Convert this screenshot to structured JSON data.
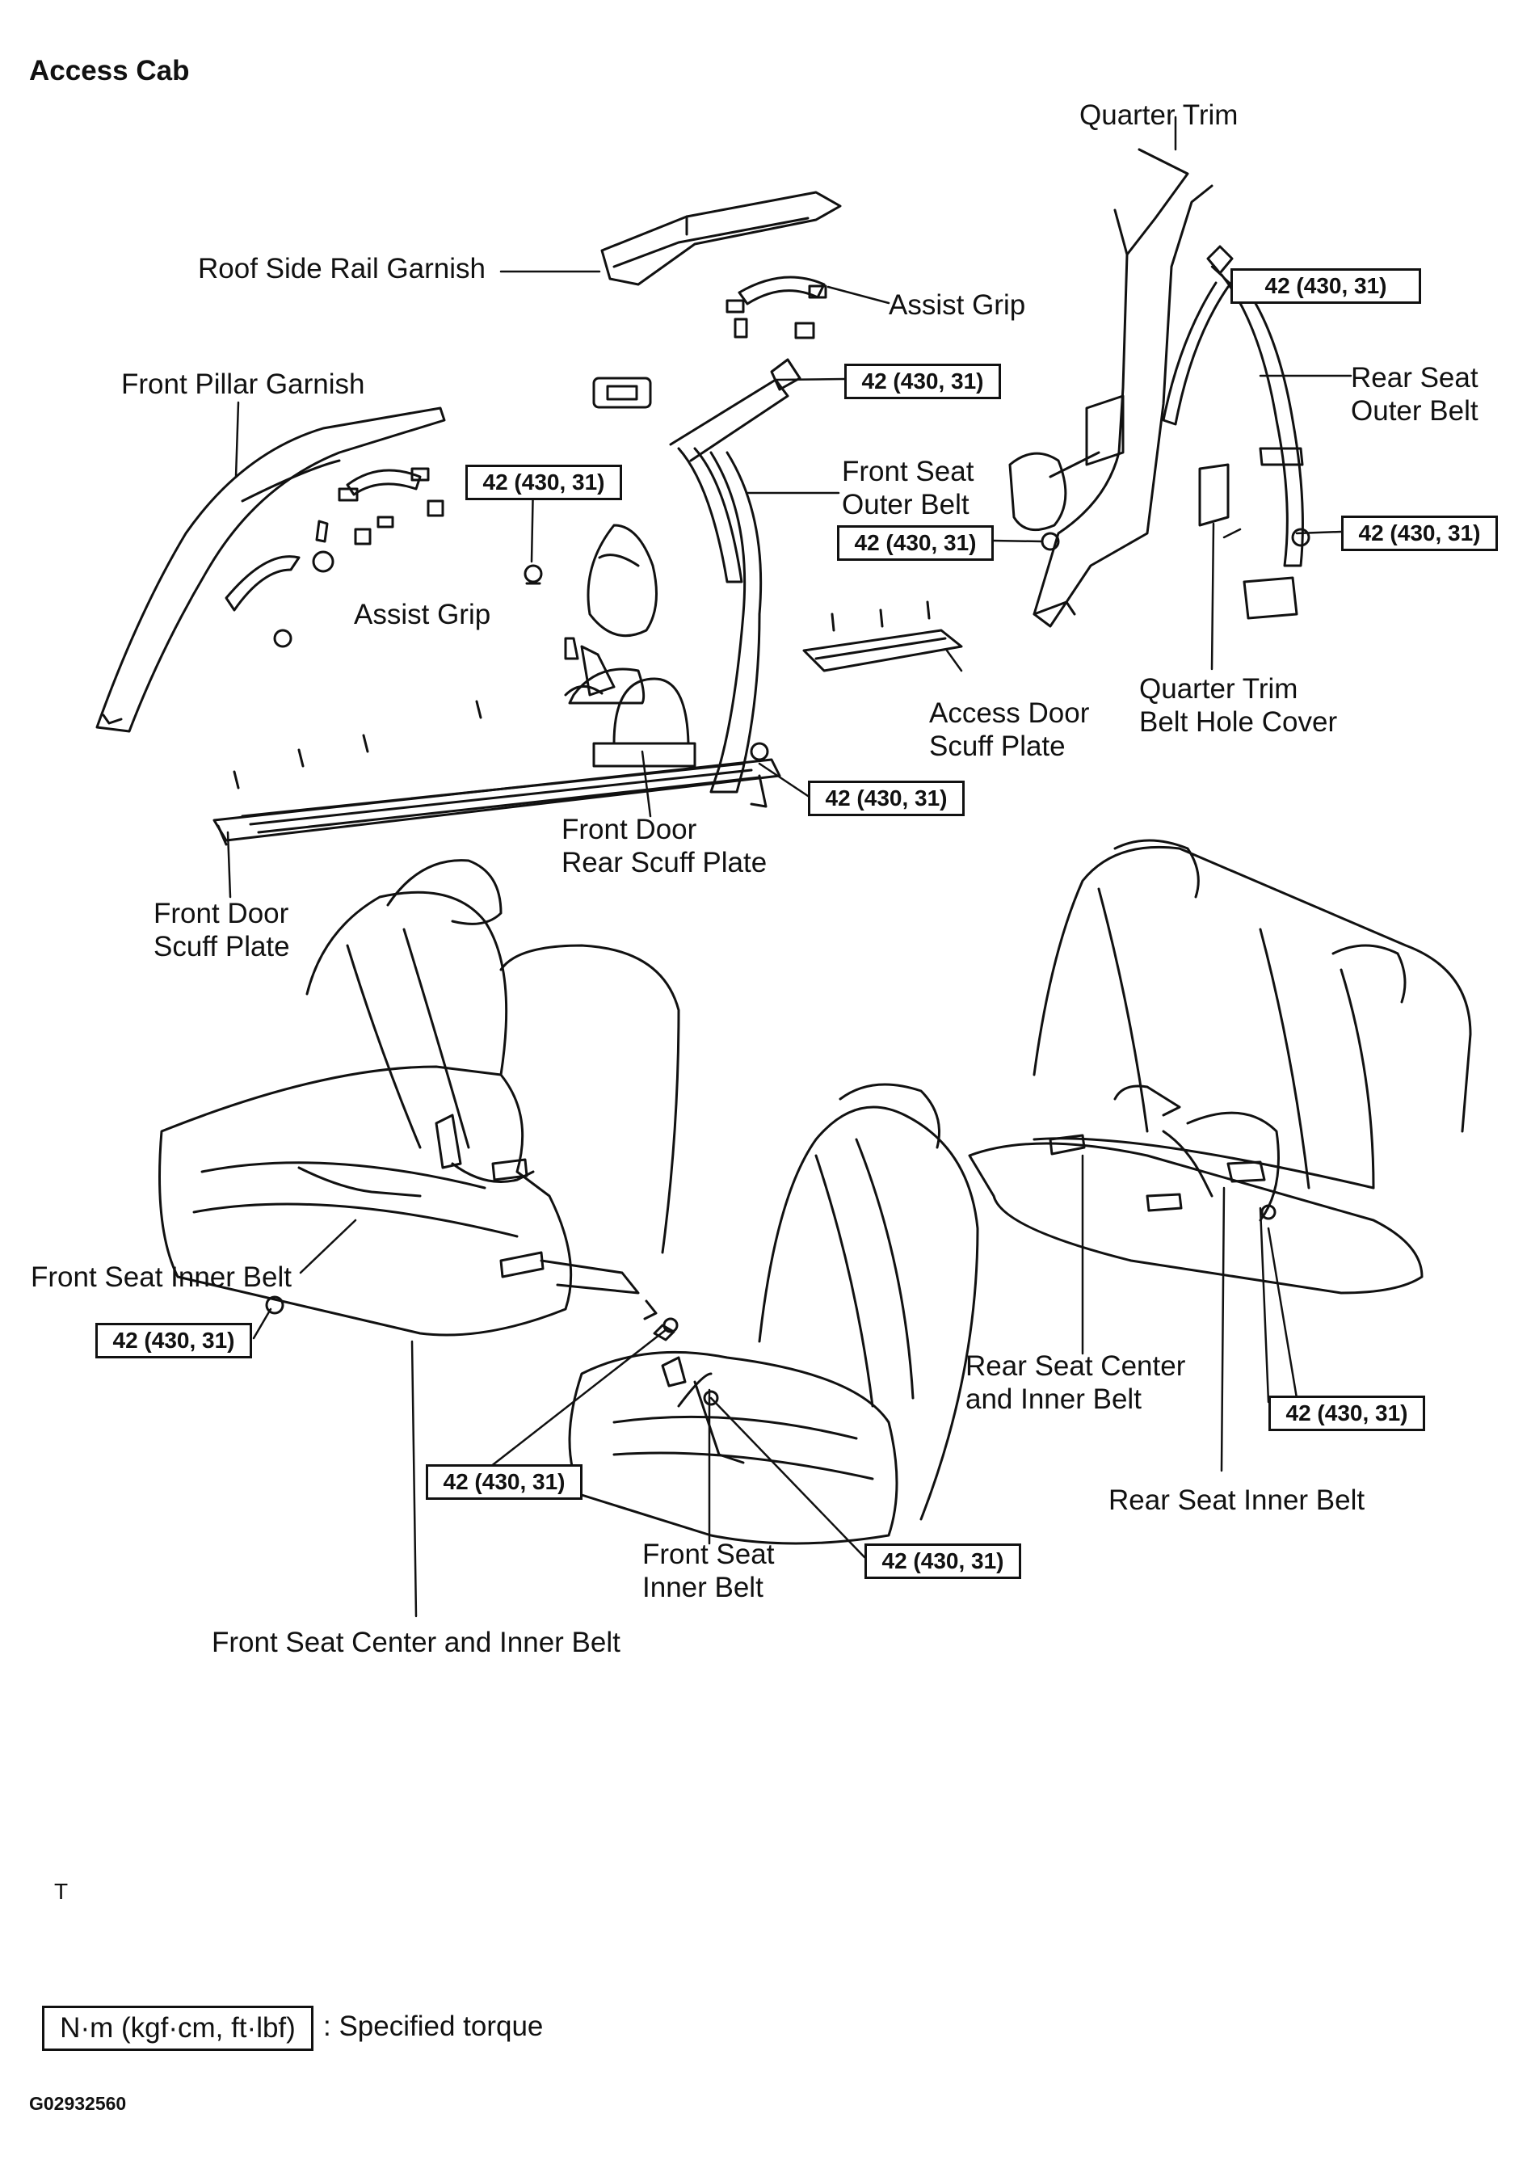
{
  "heading": "Access Cab",
  "labels": {
    "quarter_trim": "Quarter Trim",
    "roof_side_rail_garnish": "Roof Side Rail Garnish",
    "assist_grip_upper": "Assist Grip",
    "front_pillar_garnish": "Front Pillar Garnish",
    "rear_seat_outer_belt": [
      "Rear Seat",
      "Outer Belt"
    ],
    "front_seat_outer_belt": [
      "Front Seat",
      "Outer Belt"
    ],
    "assist_grip_lower": "Assist Grip",
    "access_door_scuff_plate": [
      "Access Door",
      "Scuff Plate"
    ],
    "quarter_trim_belt_hole_cover": [
      "Quarter Trim",
      "Belt Hole Cover"
    ],
    "front_door_rear_scuff_plate": [
      "Front Door",
      "Rear Scuff Plate"
    ],
    "front_door_scuff_plate": [
      "Front Door",
      "Scuff Plate"
    ],
    "front_seat_inner_belt_left": "Front Seat Inner Belt",
    "rear_seat_center_and_inner_belt": [
      "Rear Seat Center",
      "and Inner Belt"
    ],
    "rear_seat_inner_belt": "Rear Seat Inner Belt",
    "front_seat_inner_belt_center": [
      "Front Seat",
      "Inner Belt"
    ],
    "front_seat_center_and_inner_belt": "Front Seat Center and Inner Belt"
  },
  "torque": "42 (430, 31)",
  "legend": {
    "unit": "N·m (kgf·cm, ft·lbf)",
    "text": ": Specified torque"
  },
  "corner_mark": "T",
  "figure_code": "G02932560"
}
